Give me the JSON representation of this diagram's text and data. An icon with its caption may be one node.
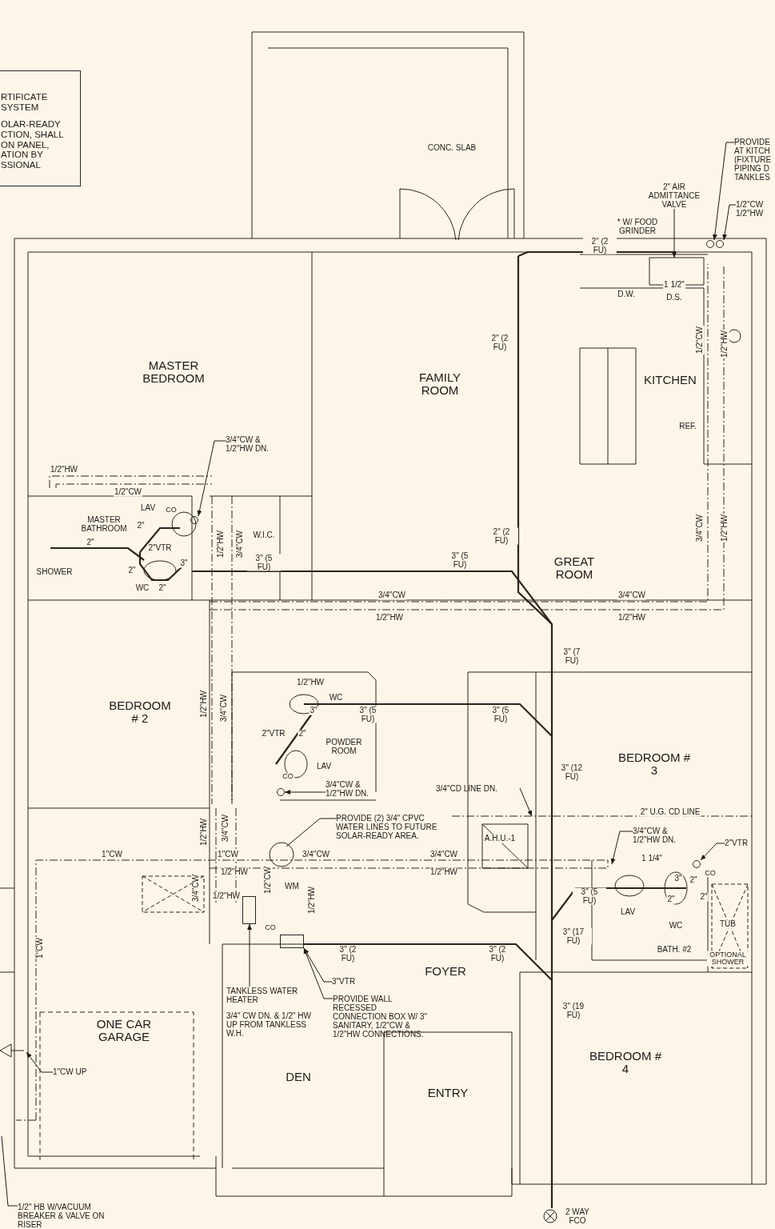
{
  "diagram": {
    "nodes": [
      {
        "text": [
          "RTIFICATE SYSTEM",
          "OLAR-READY CTION, SHALL ON PANEL, ATION BY SSIONAL"
        ]
      },
      {
        "text": [
          "PROVIDE AT KITCH (FIXTURE PIPING D TANKLES"
        ]
      },
      {
        "text": [
          "1/2\"CW 1/2\"HW"
        ]
      },
      {
        "text": [
          "2\" AIR ADMITTANCE VALVE"
        ]
      },
      {
        "text": [
          "3/4\"CW & 1/2\"HW DN."
        ]
      },
      {
        "text": [
          "3/4\"CW & 1/2\"HW DN."
        ]
      },
      {
        "text": [
          "3/4\"CD LINE DN."
        ]
      },
      {
        "text": [
          "PROVIDE (2) 3/4\" CPVC WATER LINES TO FUTURE SOLAR-READY AREA."
        ]
      },
      {
        "text": [
          "3/4\"CW & 1/2\"HW DN."
        ]
      },
      {
        "text": [
          "2\"VTR"
        ]
      },
      {
        "text": [
          "3\"VTR"
        ]
      },
      {
        "text": [
          "PROVIDE WALL RECESSED CONNECTION BOX W/ 3\" SANITARY, 1/2\"CW & 1/2\"HW CONNECTIONS."
        ]
      },
      {
        "text": [
          "TANKLESS WATER HEATER",
          "3/4\" CW DN. & 1/2\" HW UP FROM TANKLESS W.H."
        ]
      },
      {
        "text": [
          "1\"CW UP"
        ]
      },
      {
        "text": [
          "1/2\" HB W/VACUUM BREAKER & VALVE ON RISER"
        ]
      },
      {
        "text": [],
        "shape": "circle"
      },
      {
        "text": [],
        "shape": "circle"
      },
      {
        "text": [],
        "shape": "circle"
      },
      {
        "text": [],
        "shape": "circle"
      },
      {
        "text": [],
        "shape": "circle"
      },
      {
        "text": [],
        "shape": "box"
      },
      {
        "text": [],
        "shape": "box"
      }
    ],
    "edges": [
      {
        "from": 1,
        "to": 15,
        "arrow": "to"
      },
      {
        "from": 2,
        "to": 16,
        "arrow": "to"
      },
      {
        "from": 3,
        "to": null,
        "arrow": "to"
      },
      {
        "from": 4,
        "to": 17,
        "arrow": "to"
      },
      {
        "from": 5,
        "to": 18,
        "arrow": "to"
      },
      {
        "from": 6,
        "to": null,
        "arrow": "to"
      },
      {
        "from": 7,
        "to": null,
        "arrow": "none"
      },
      {
        "from": 8,
        "to": null,
        "arrow": "to"
      },
      {
        "from": 9,
        "to": 19,
        "arrow": "to"
      },
      {
        "from": 10,
        "to": 20,
        "arrow": "to"
      },
      {
        "from": 11,
        "to": 20,
        "arrow": "to"
      },
      {
        "from": 12,
        "to": 21,
        "arrow": "to"
      },
      {
        "from": 13,
        "to": null,
        "arrow": "to"
      },
      {
        "from": 14,
        "to": null,
        "arrow": "none"
      }
    ],
    "labels": [
      "CONC. SLAB",
      "* W/ FOOD GRINDER",
      "2\" (2 FU)",
      "D.W.",
      "1 1/2\"",
      "D.S.",
      "2\" (2 FU)",
      "FAMILY ROOM",
      "MASTER BEDROOM",
      "KITCHEN",
      "1/2\"CW",
      "1/2\"HW",
      "REF.",
      "1/2\"HW",
      "1/2\"CW",
      "LAV",
      "CO",
      "MASTER BATHROOM",
      "2\"",
      "2\"",
      "2\"VTR",
      "SHOWER",
      "2\"",
      "3\"",
      "WC",
      "2\"",
      "1/2\"HW",
      "3/4\"CW",
      "W.I.C.",
      "3\" (5 FU)",
      "2\" (2 FU)",
      "3\" (5 FU)",
      "GREAT ROOM",
      "3/4\"CW",
      "1/2\"HW",
      "3/4\"CW",
      "3/4\"CW",
      "1/2\"HW",
      "1/2\"HW",
      "3\" (7 FU)",
      "BEDROOM # 2",
      "1/2\"HW",
      "3/4\"CW",
      "1/2\"HW",
      "WC",
      "3\"",
      "3\" (5 FU)",
      "2\"VTR",
      "2\"",
      "POWDER ROOM",
      "CO",
      "LAV",
      "3\" (5 FU)",
      "3\" (12 FU)",
      "BEDROOM # 3",
      "2\" U.G. CD LINE",
      "A.H.U.-1",
      "1/2\"HW",
      "3/4\"CW",
      "1\"CW",
      "1\"CW",
      "3/4\"CW",
      "3/4\"CW",
      "1/2\"HW",
      "1/2\"HW",
      "1 1/4\"",
      "CO",
      "3/4\"CW",
      "1/2\"HW",
      "1/2\"CW",
      "WM",
      "1/2\"HW",
      "3\"",
      "2\"",
      "3\" (5 FU)",
      "LAV",
      "2\"",
      "2\"",
      "1\"CW",
      "CO",
      "WC",
      "TUB",
      "3\" (17 FU)",
      "BATH. #2",
      "OPTIONAL SHOWER",
      "3\" (2 FU)",
      "3\" (2 FU)",
      "FOYER",
      "3\" (19 FU)",
      "ONE CAR GARAGE",
      "BEDROOM # 4",
      "DEN",
      "ENTRY",
      "2 WAY FCO"
    ]
  }
}
